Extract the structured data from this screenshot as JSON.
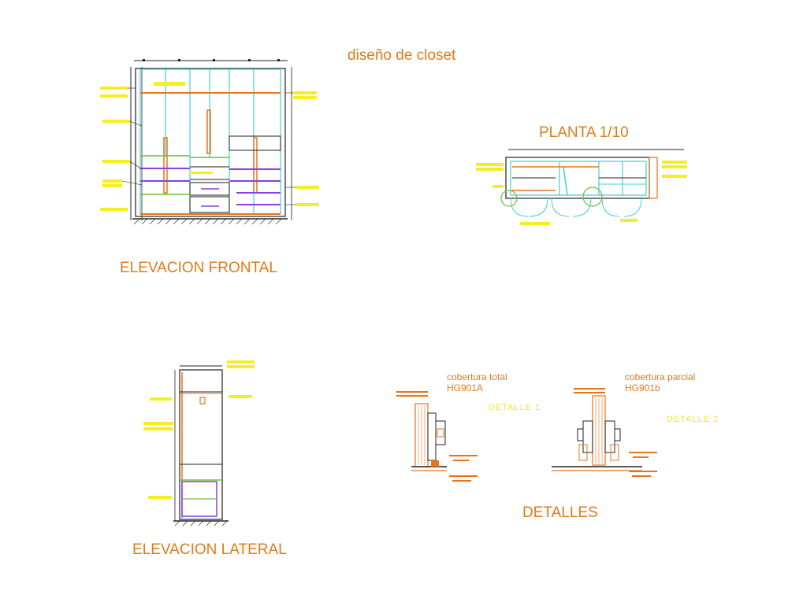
{
  "title": "diseño de closet",
  "views": {
    "frontal": "ELEVACION FRONTAL",
    "planta": "PLANTA 1/10",
    "lateral": "ELEVACION LATERAL",
    "detalles": "DETALLES"
  },
  "details": {
    "d1": {
      "line1": "cobertura total",
      "line2": "HG901A",
      "tag": "DETALLE 1"
    },
    "d2": {
      "line1": "cobertura parcial",
      "line2": "HG901b",
      "tag": "DETALLE 2"
    }
  },
  "colors": {
    "text": "#e07b1a",
    "cyan": "#3fd0d6",
    "orange": "#e8731a",
    "purple": "#8a3ee6",
    "green": "#6fbf3a",
    "yellow": "#f7ee22",
    "black": "#222222"
  }
}
